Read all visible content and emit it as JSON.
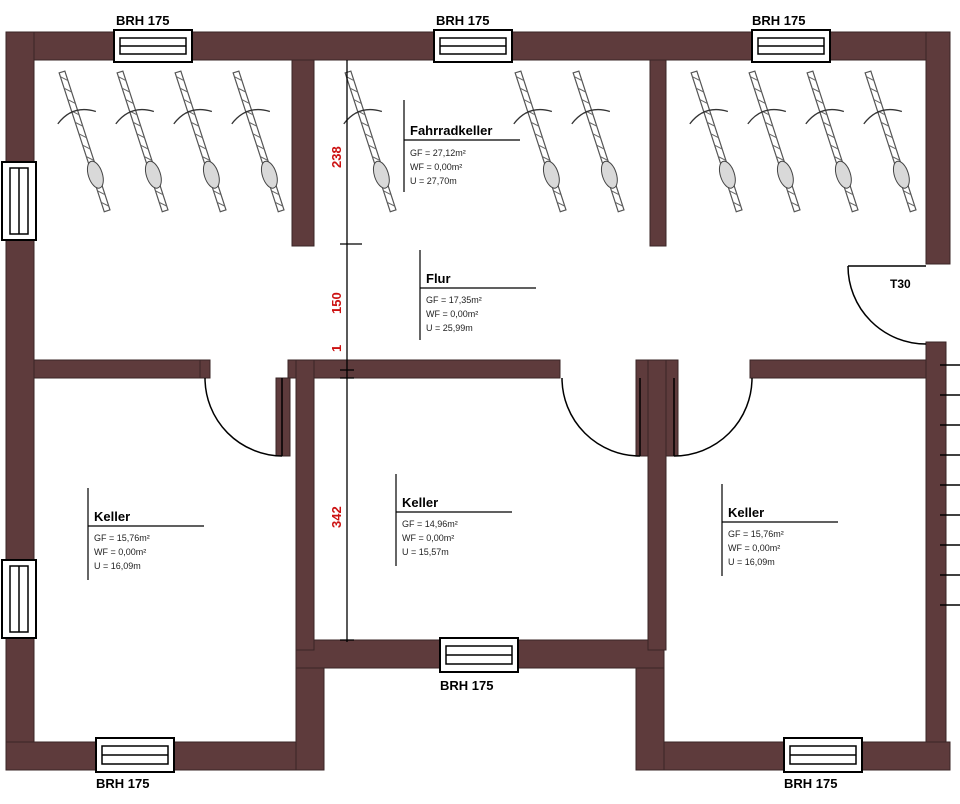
{
  "rooms": [
    {
      "name": "Fahrradkeller",
      "gf": "GF  = 27,12m²",
      "wf": "WF = 0,00m²",
      "u": "U    = 27,70m"
    },
    {
      "name": "Flur",
      "gf": "GF  = 17,35m²",
      "wf": "WF = 0,00m²",
      "u": "U    = 25,99m"
    },
    {
      "name": "Keller",
      "gf": "GF  = 15,76m²",
      "wf": "WF = 0,00m²",
      "u": "U    = 16,09m"
    },
    {
      "name": "Keller",
      "gf": "GF  = 14,96m²",
      "wf": "WF = 0,00m²",
      "u": "U    = 15,57m"
    },
    {
      "name": "Keller",
      "gf": "GF  = 15,76m²",
      "wf": "WF = 0,00m²",
      "u": "U    = 16,09m"
    }
  ],
  "windows": [
    "BRH  175",
    "BRH  175",
    "BRH  175",
    "BRH  175",
    "BRH  175",
    "BRH  175"
  ],
  "door_label": "T30",
  "dimensions": [
    "238",
    "150",
    "1",
    "342"
  ],
  "colors": {
    "wall": "#5e3b3c",
    "line": "#000000",
    "dimension": "#cc1111"
  }
}
